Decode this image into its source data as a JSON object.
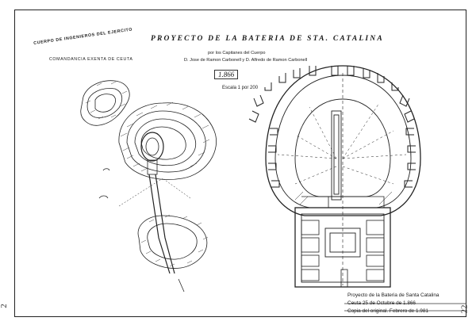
{
  "document": {
    "title": "PROYECTO DE LA BATERIA DE STA. CATALINA",
    "subtitle_line1": "por los Capitanes del Cuerpo",
    "subtitle_line2": "D. Jose de Ramon Carbonell y D. Alfredo de Ramon Carbonell",
    "year": "1.866",
    "scale": "Escala 1 por 200"
  },
  "corps_label": {
    "line1": "CUERPO DE INGENIEROS DEL EJERCITO",
    "line2": "COMANDANCIA EXENTA DE CEUTA"
  },
  "caption": {
    "line1": "Proyecto de la Bateria de Santa Catalina",
    "line2": "Ceuta 25 de Octubre de 1.866",
    "line3": "Copia del original. Febrero de 1.981"
  },
  "margin_marks": {
    "bottom_left": "2",
    "bottom_right": "22"
  },
  "colors": {
    "ink": "#1a1a1a",
    "paper": "#ffffff"
  }
}
